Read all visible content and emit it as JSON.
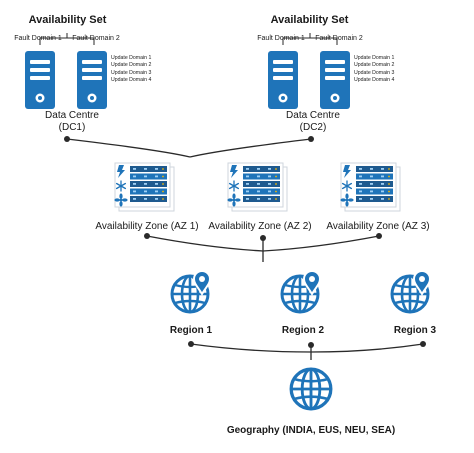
{
  "colors": {
    "primary": "#1f74b9",
    "rack_dark": "#1e5a8f",
    "accent_yellow": "#f2b705",
    "line": "#2a2a2a"
  },
  "availability_sets": [
    {
      "title": "Availability Set",
      "fault_domains": [
        "Fault Domain 1",
        "Fault Domain 2"
      ],
      "update_domains": [
        "Update Domain 1",
        "Update Domain 2",
        "Update Domain 3",
        "Update Domain 4"
      ],
      "data_centre": [
        "Data Centre",
        "(DC1)"
      ]
    },
    {
      "title": "Availability Set",
      "fault_domains": [
        "Fault Domain 1",
        "Fault Domain 2"
      ],
      "update_domains": [
        "Update Domain 1",
        "Update Domain 2",
        "Update Domain 3",
        "Update Domain 4"
      ],
      "data_centre": [
        "Data Centre",
        "(DC2)"
      ]
    }
  ],
  "availability_zones": [
    "Availability Zone (AZ 1)",
    "Availability Zone (AZ 2)",
    "Availability Zone (AZ 3)"
  ],
  "regions": [
    "Region 1",
    "Region 2",
    "Region 3"
  ],
  "geography": "Geography (INDIA, EUS, NEU, SEA)",
  "icons": {
    "server": "server-tower-icon",
    "zone": "datacenter-rack-icon",
    "region": "globe-location-pin-icon",
    "geography": "globe-icon"
  }
}
